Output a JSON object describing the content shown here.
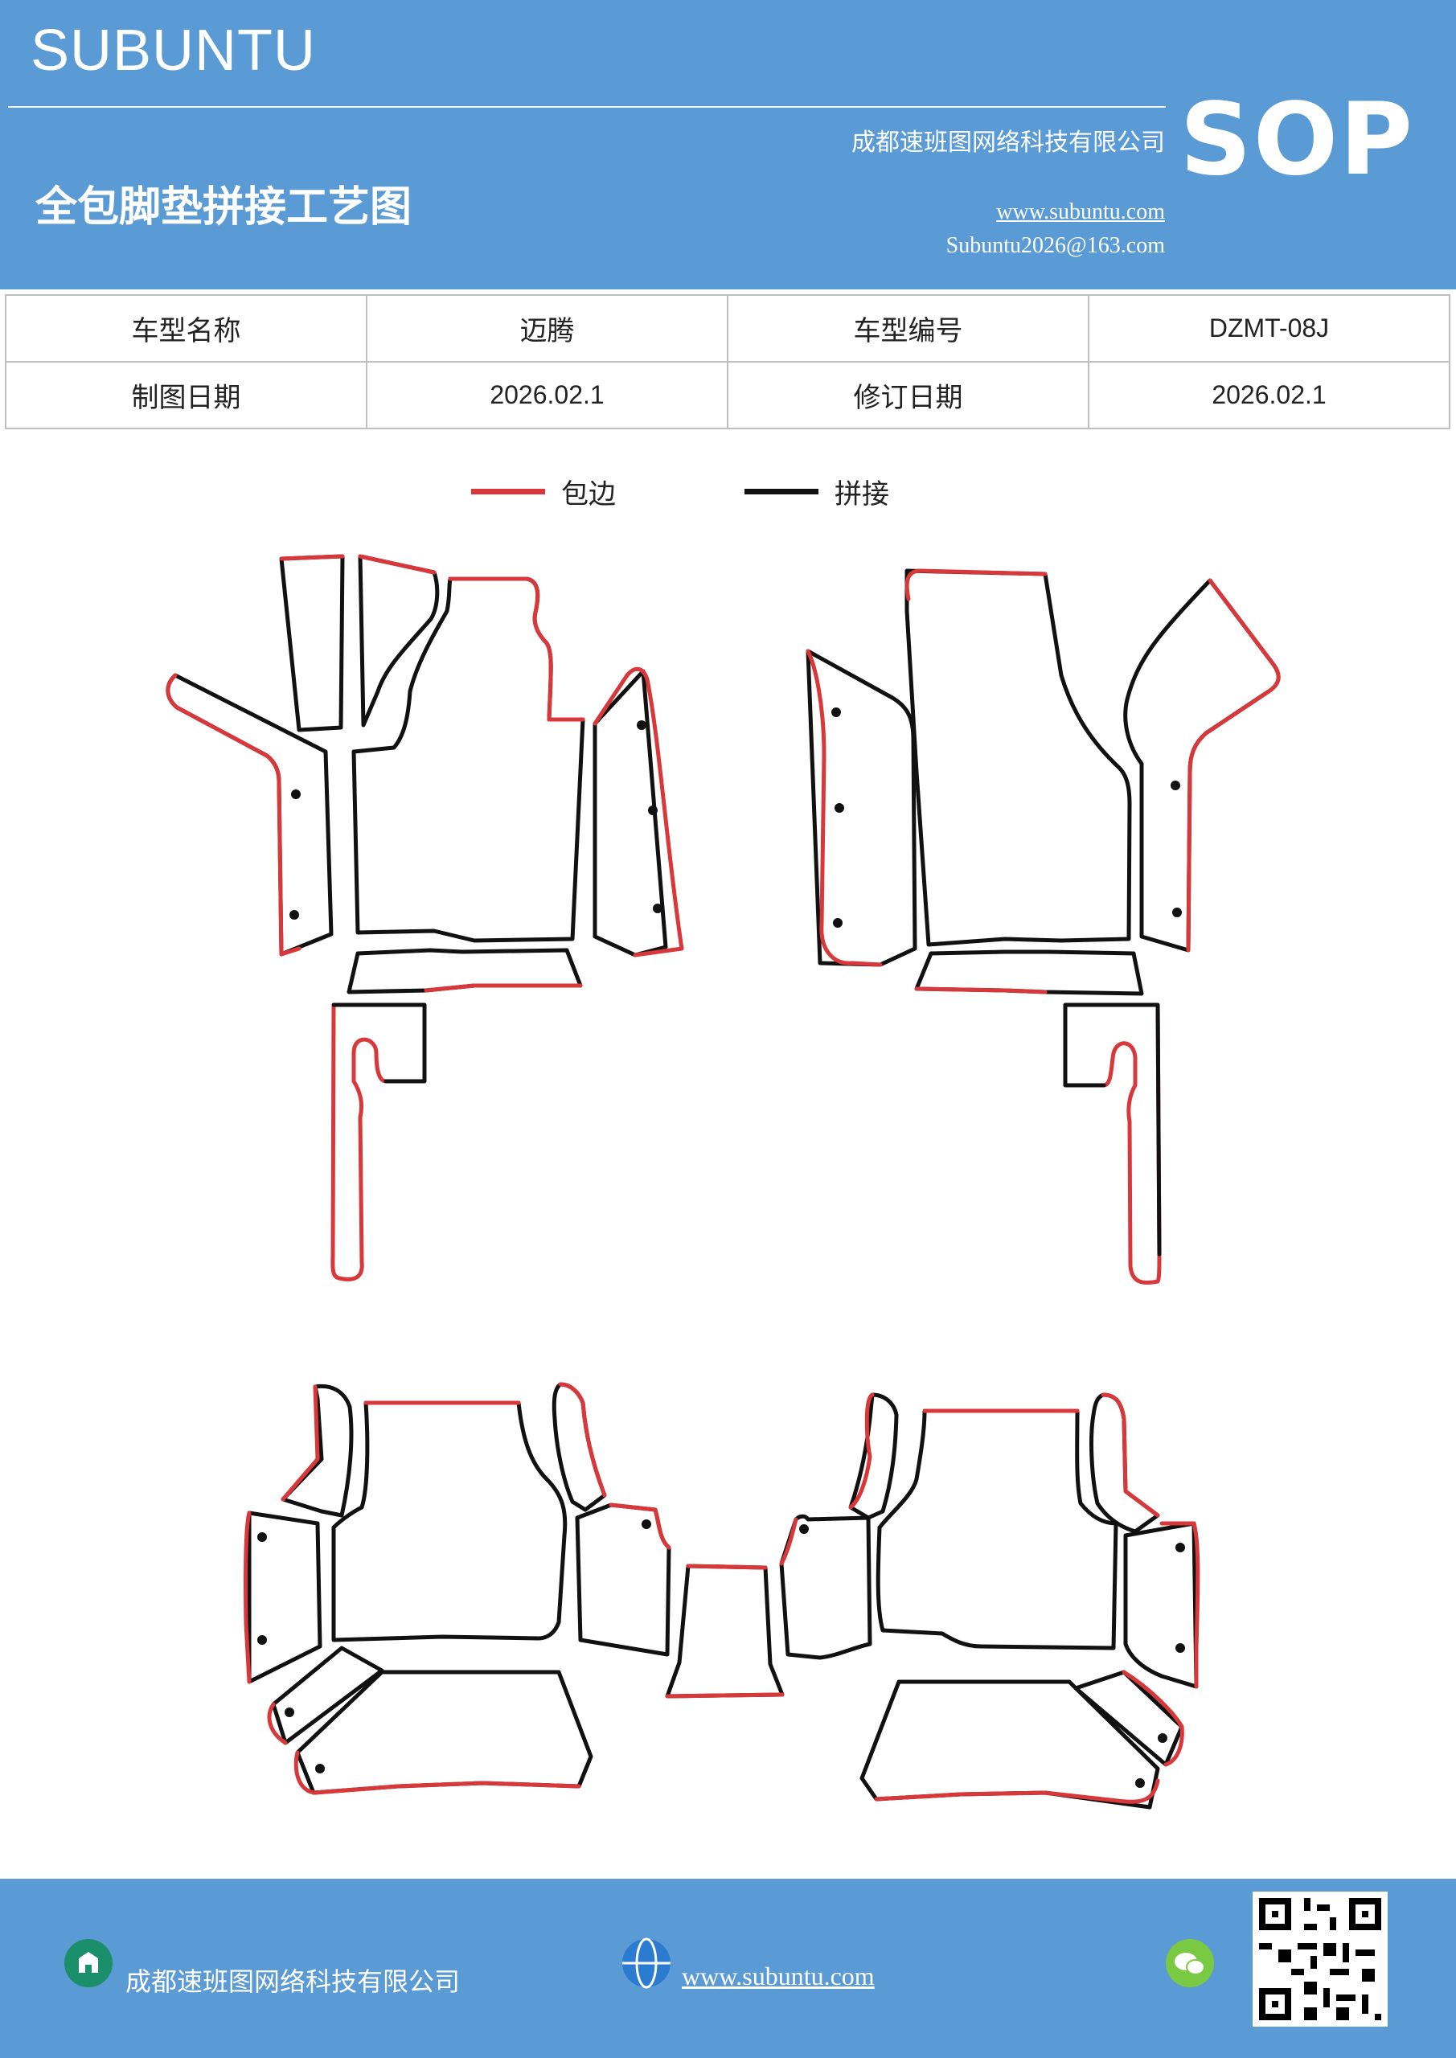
{
  "header": {
    "brand": "SUBUNTU",
    "title": "全包脚垫拼接工艺图",
    "company": "成都速班图网络科技有限公司",
    "website": "www.subuntu.com",
    "email": "Subuntu2026@163.com",
    "badge": "SOP",
    "background_color": "#5b9bd5"
  },
  "info_table": {
    "rows": [
      [
        {
          "label": "车型名称",
          "value": "迈腾"
        },
        {
          "label": "车型编号",
          "value": "DZMT-08J"
        }
      ],
      [
        {
          "label": "制图日期",
          "value": "2026.02.1"
        },
        {
          "label": "修订日期",
          "value": "2026.02.1"
        }
      ]
    ]
  },
  "legend": {
    "items": [
      {
        "label": "包边",
        "color": "#d8383a"
      },
      {
        "label": "拼接",
        "color": "#111111"
      }
    ]
  },
  "footer": {
    "company": "成都速班图网络科技有限公司",
    "website": "www.subuntu.com",
    "icons": [
      "building-icon",
      "globe-icon",
      "wechat-icon",
      "qr-code-icon"
    ],
    "background_color": "#5b9bd5"
  }
}
